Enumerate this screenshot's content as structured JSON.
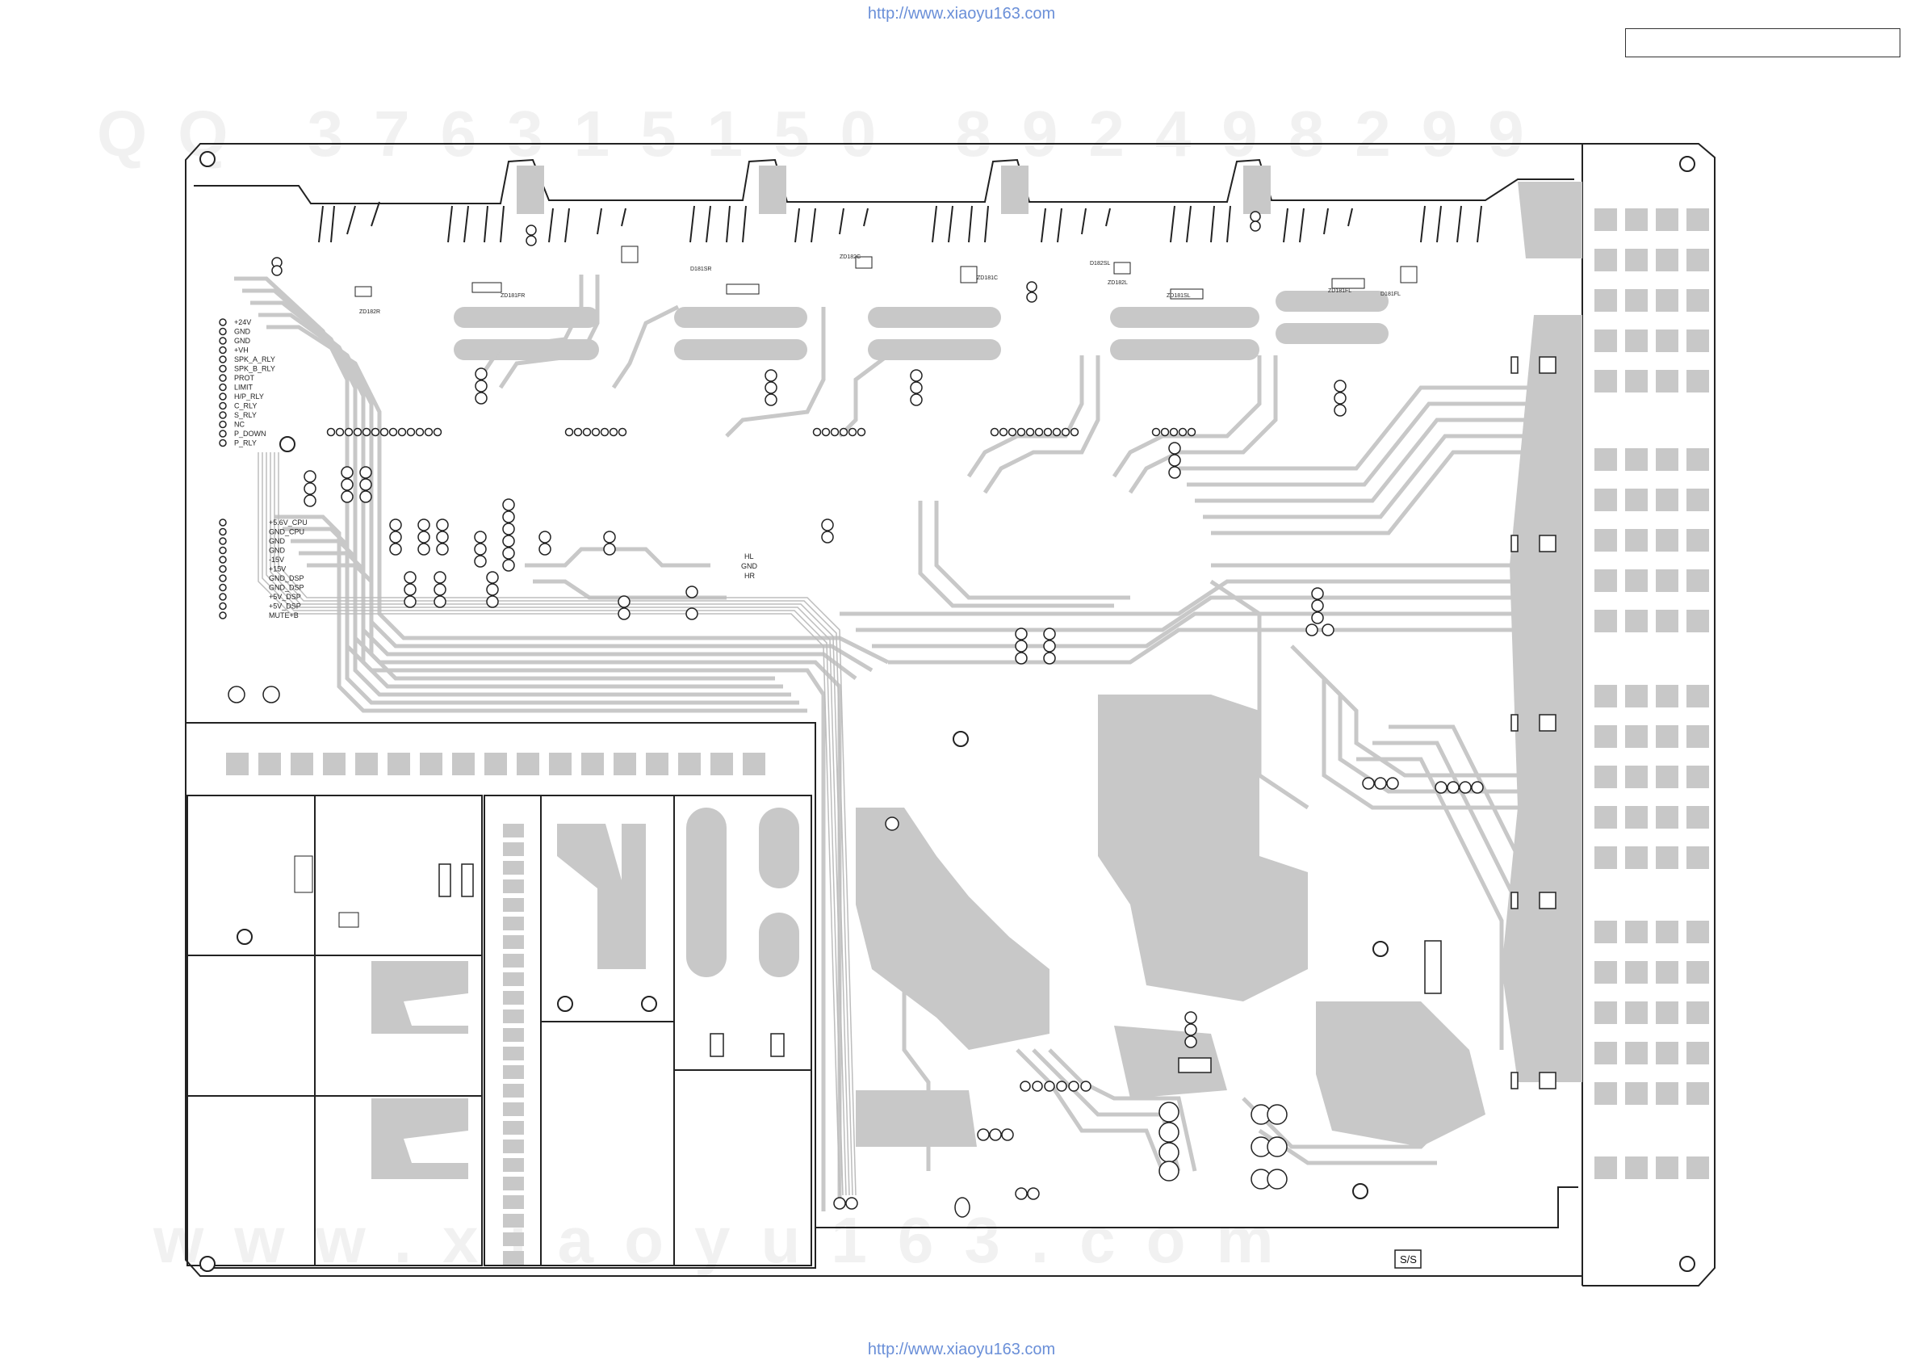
{
  "header": {
    "url_top": "http://www.xiaoyu163.com",
    "url_bottom": "http://www.xiaoyu163.com"
  },
  "watermark": {
    "top": "QQ 376315150  892498299",
    "bottom": "www.xiaoyu163.com"
  },
  "connector_top_left": {
    "pins": [
      "+24V",
      "GND",
      "GND",
      "+VH",
      "SPK_A_RLY",
      "SPK_B_RLY",
      "PROT",
      "LIMIT",
      "H/P_RLY",
      "C_RLY",
      "S_RLY",
      "NC",
      "P_DOWN",
      "P_RLY"
    ]
  },
  "connector_mid_left": {
    "pins": [
      "+5.6V_CPU",
      "GND_CPU",
      "GND",
      "GND",
      "-15V",
      "+15V",
      "GND_DSP",
      "GND_DSP",
      "+5V_DSP",
      "+5V_DSP",
      "MUTE+B"
    ]
  },
  "misc_labels": {
    "hl_gnd_hr": [
      "HL",
      "GND",
      "HR"
    ],
    "ss_label": "S/S",
    "zd_labels": [
      "ZD182R",
      "ZD181FR",
      "D181SR",
      "ZD182C",
      "ZD181C",
      "D182SL",
      "ZD182L",
      "ZD181SL",
      "ZD181FL",
      "D181FL"
    ]
  },
  "colors": {
    "copper": "#c8c8c8",
    "outline": "#222222",
    "url": "#6a8fd8"
  }
}
